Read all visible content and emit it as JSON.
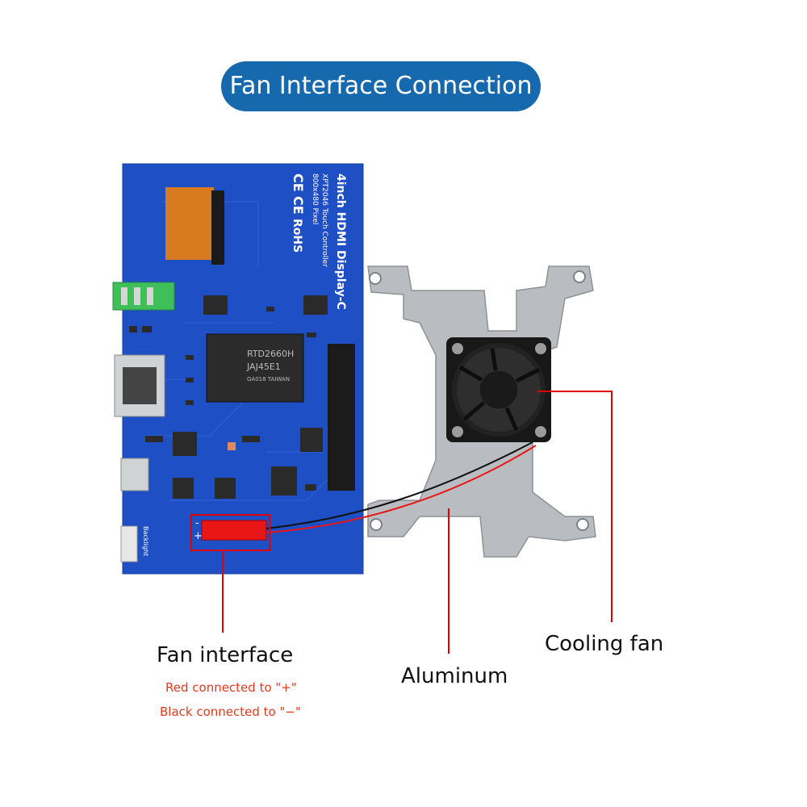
{
  "title": "Fan Interface Connection",
  "board": {
    "name": "4inch HDMI Display-C",
    "controller": "XPT2046 Touch Controller",
    "resolution": "800x480 Pixel",
    "chip_line1": "RTD2660H",
    "chip_line2": "JAJ45E1",
    "chip_line3": "GA018 TAIWAN",
    "backlight": "Backlight",
    "ce": "CE",
    "rohs": "RoHS",
    "plus": "+",
    "minus": "-"
  },
  "labels": {
    "fan_interface": "Fan interface",
    "red_note": "Red connected to \"+\"",
    "black_note": "Black connected to \"−\"",
    "aluminum": "Aluminum",
    "cooling_fan": "Cooling fan"
  },
  "colors": {
    "title_bg": "#1769ad",
    "board": "#1f4fc4",
    "callout": "#e00000",
    "note_text": "#e03a1e"
  }
}
